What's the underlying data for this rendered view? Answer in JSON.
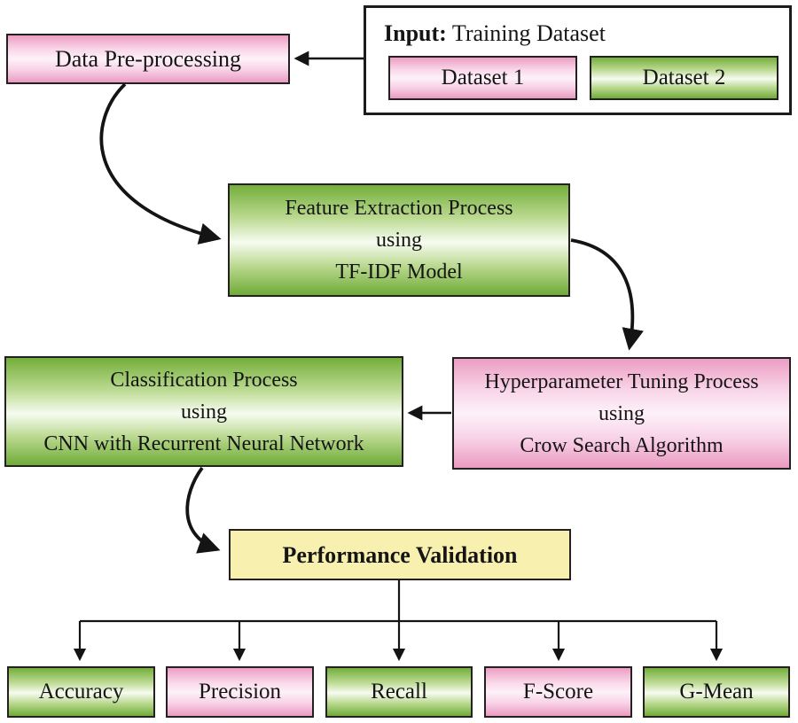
{
  "figure": {
    "input_panel": {
      "title_bold": "Input:",
      "title_rest": " Training Dataset",
      "datasets": [
        {
          "label": "Dataset 1"
        },
        {
          "label": "Dataset 2"
        }
      ]
    },
    "nodes": {
      "preprocessing": {
        "label": "Data Pre-processing"
      },
      "feature_extraction": {
        "lines": [
          "Feature Extraction Process",
          "using",
          "TF-IDF Model"
        ]
      },
      "hyperparameter_tuning": {
        "lines": [
          "Hyperparameter Tuning Process",
          "using",
          "Crow Search Algorithm"
        ]
      },
      "classification": {
        "lines": [
          "Classification Process",
          "using",
          "CNN with Recurrent Neural Network"
        ]
      },
      "performance_validation": {
        "label": "Performance Validation"
      }
    },
    "metrics": [
      {
        "label": "Accuracy"
      },
      {
        "label": "Precision"
      },
      {
        "label": "Recall"
      },
      {
        "label": "F-Score"
      },
      {
        "label": "G-Mean"
      }
    ],
    "colors": {
      "pink": "#ec9dc3",
      "green": "#74ae3b",
      "yellow": "#f8f0af",
      "border": "#242021",
      "arrow": "#141414"
    }
  }
}
